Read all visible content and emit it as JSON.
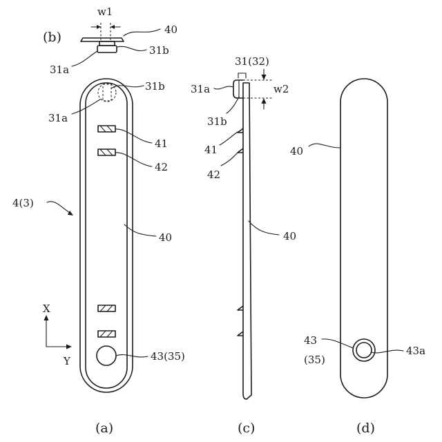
{
  "labels": {
    "b_caption": "(b)",
    "w1": "w1",
    "b_40": "40",
    "b_31b": "31b",
    "b_31a": "31a",
    "a_31b": "31b",
    "a_31a": "31a",
    "a_41": "41",
    "a_42": "42",
    "a_4_3": "4(3)",
    "a_40": "40",
    "axis_x": "X",
    "axis_y": "Y",
    "a_43_35": "43(35)",
    "a_caption": "(a)",
    "c_31_32": "31(32)",
    "c_31a": "31a",
    "c_w2": "w2",
    "c_31b": "31b",
    "c_41": "41",
    "c_42": "42",
    "c_40": "40",
    "c_caption": "(c)",
    "d_40": "40",
    "d_43": "43",
    "d_35": "(35)",
    "d_43a": "43a",
    "d_caption": "(d)"
  }
}
